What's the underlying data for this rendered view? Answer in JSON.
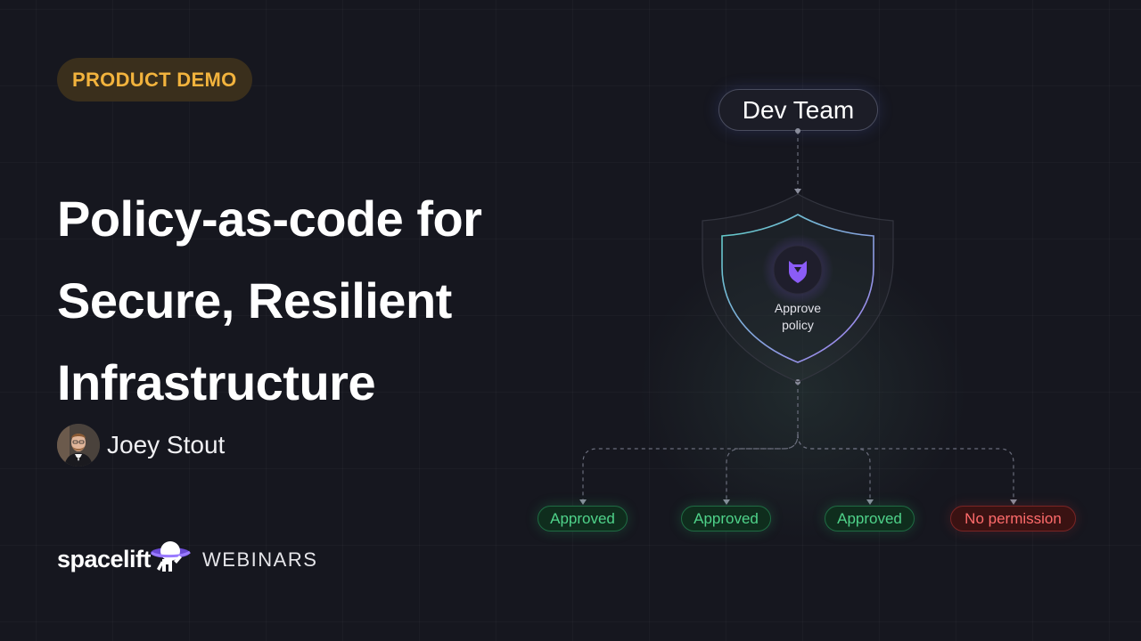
{
  "badge": {
    "label": "PRODUCT DEMO"
  },
  "title": {
    "lines": [
      "Policy-as-code for",
      "Secure, Resilient",
      "Infrastructure"
    ]
  },
  "speaker": {
    "name": "Joey Stout"
  },
  "brand": {
    "wordmark": "spacelift",
    "subtitle": "WEBINARS"
  },
  "diagram": {
    "source": "Dev Team",
    "policy": {
      "line1": "Approve",
      "line2": "policy",
      "icon": "policy-shield-icon"
    },
    "outcomes": [
      {
        "label": "Approved",
        "status": "approved"
      },
      {
        "label": "Approved",
        "status": "approved"
      },
      {
        "label": "Approved",
        "status": "approved"
      },
      {
        "label": "No permission",
        "status": "denied"
      }
    ]
  },
  "colors": {
    "background": "#16171f",
    "badge_text": "#f2b33d",
    "badge_bg": "#3a2f1c",
    "approved": "#4fd38a",
    "denied": "#ff6b6b",
    "shield_gradient_start": "#5fd0c8",
    "shield_gradient_end": "#a67cf0",
    "policy_icon": "#8b5cf6"
  }
}
